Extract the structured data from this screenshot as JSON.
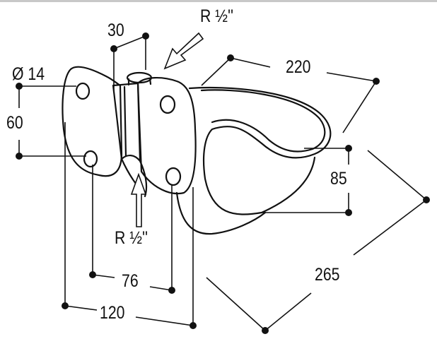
{
  "drawing": {
    "labels": {
      "thread_top": "R ½''",
      "thread_bottom": "R ½''",
      "inlet_offset": "30",
      "hole_diameter": "Ø 14",
      "hole_vertical_spacing": "60",
      "bowl_length": "220",
      "bowl_depth": "85",
      "overall_length": "265",
      "hole_horizontal_spacing": "76",
      "plate_width": "120"
    },
    "colors": {
      "line": "#111111",
      "background": "#ffffff"
    }
  }
}
